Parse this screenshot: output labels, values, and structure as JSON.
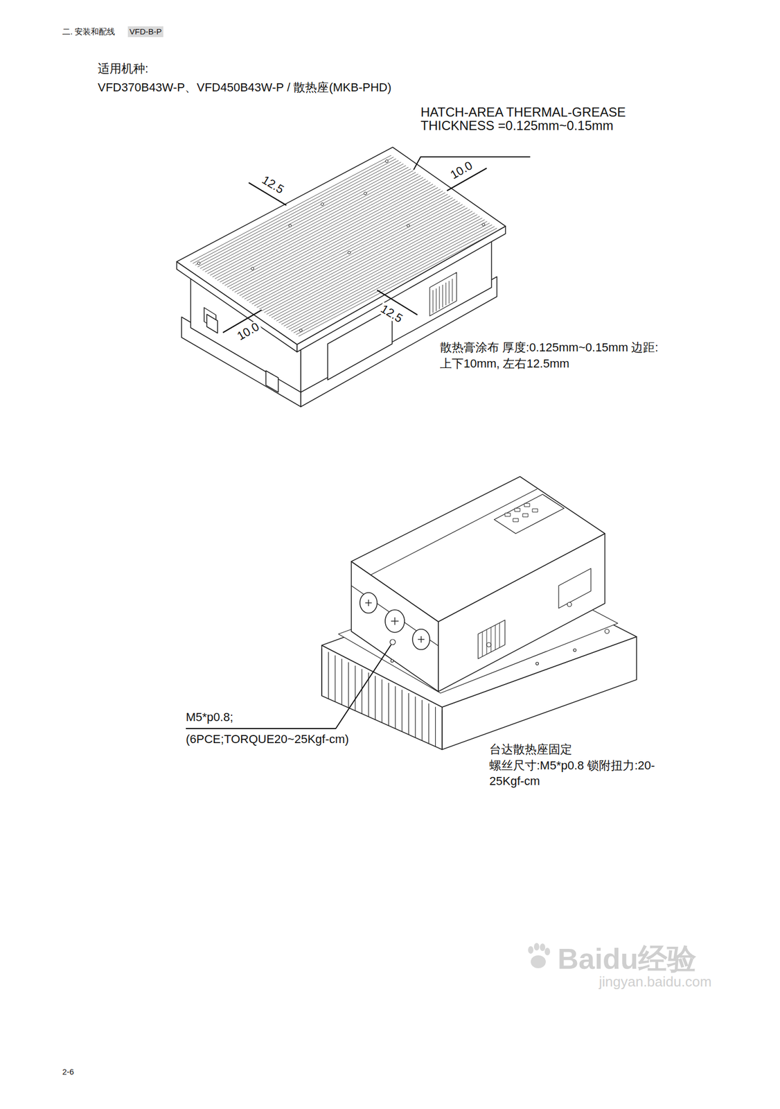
{
  "diagram": {
    "labels": [
      "二. 安装和配线",
      "VFD-B-P",
      "适用机种:",
      "VFD370B43W-P、VFD450B43W-P / 散热座(MKB-PHD)",
      "HATCH-AREA THERMAL-GREASE THICKNESS =0.125mm~0.15mm",
      "12.5",
      "10.0",
      "10.0",
      "12.5",
      "散热膏涂布 厚度:0.125mm~0.15mm 边距:上下10mm, 左右12.5mm",
      "M5*p0.8;",
      "(6PCE;TORQUE20~25Kgf-cm)",
      "台达散热座固定 螺丝尺寸:M5*p0.8 锁附扭力:20-25Kgf-cm",
      "2-6",
      "Baidu经验",
      "jingyan.baidu.com"
    ]
  }
}
